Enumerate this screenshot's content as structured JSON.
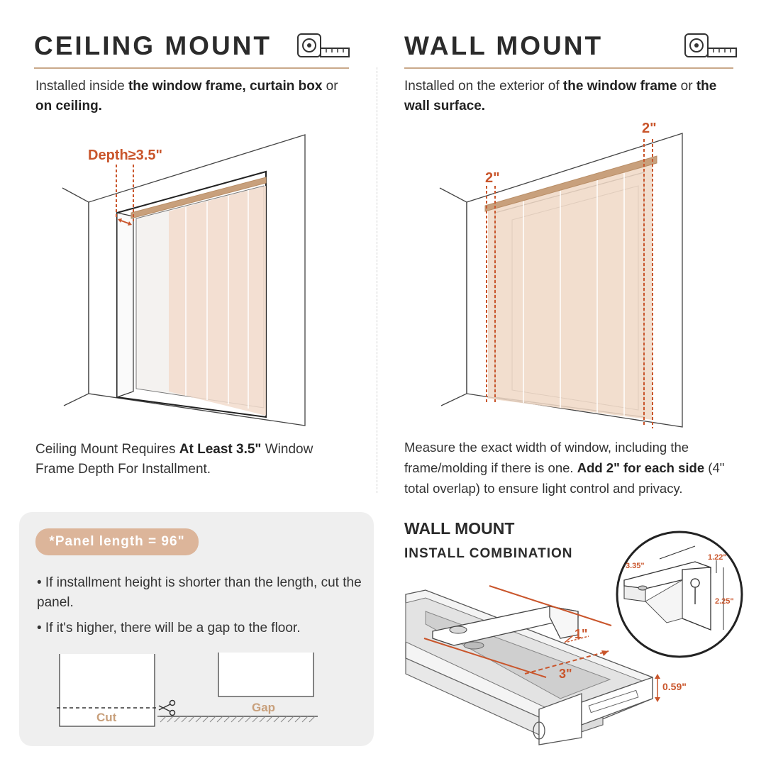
{
  "ceiling": {
    "title": "CEILING MOUNT",
    "icon": "tape-measure-icon",
    "desc": [
      {
        "t": "Installed inside ",
        "b": false
      },
      {
        "t": "the window frame, curtain box",
        "b": true
      },
      {
        "t": " or ",
        "b": false
      },
      {
        "t": "on ceiling.",
        "b": true
      }
    ],
    "depth_label": "Depth≥3.5\"",
    "note": [
      {
        "t": "Ceiling Mount Requires ",
        "b": false
      },
      {
        "t": "At Least 3.5\"",
        "b": true
      },
      {
        "t": " Window Frame Depth For Installment.",
        "b": false
      }
    ]
  },
  "wall": {
    "title": "WALL MOUNT",
    "icon": "tape-measure-icon",
    "desc": [
      {
        "t": "Installed on the exterior of ",
        "b": false
      },
      {
        "t": "the window frame",
        "b": true
      },
      {
        "t": " or ",
        "b": false
      },
      {
        "t": "the wall surface.",
        "b": true
      }
    ],
    "side_label_left": "2\"",
    "side_label_right": "2\"",
    "note": [
      {
        "t": "Measure the exact width of window, including the frame/molding if there is one. ",
        "b": false
      },
      {
        "t": "Add 2\" for each side",
        "b": true
      },
      {
        "t": " (4\" total overlap) to ensure light control and privacy.",
        "b": false
      }
    ]
  },
  "panel_info": {
    "pill": "*Panel length = 96\"",
    "bullet1": "• If installment height is shorter than the length, cut the panel.",
    "bullet2": "• If it's higher, there will be a gap to the floor.",
    "cut_label": "Cut",
    "gap_label": "Gap",
    "icon": "scissors-icon"
  },
  "install": {
    "title": "WALL MOUNT",
    "subtitle": "INSTALL COMBINATION",
    "dim_1": "1\"",
    "dim_3": "3\"",
    "dim_059": "0.59\"",
    "bracket_335": "3.35\"",
    "bracket_122": "1.22\"",
    "bracket_225": "2.25\""
  },
  "colors": {
    "accent_red": "#c9552b",
    "accent_tan": "#c8a07c",
    "rule": "#c9a98a",
    "panel_bg": "#efefef",
    "pill_bg": "#dcb59a"
  }
}
